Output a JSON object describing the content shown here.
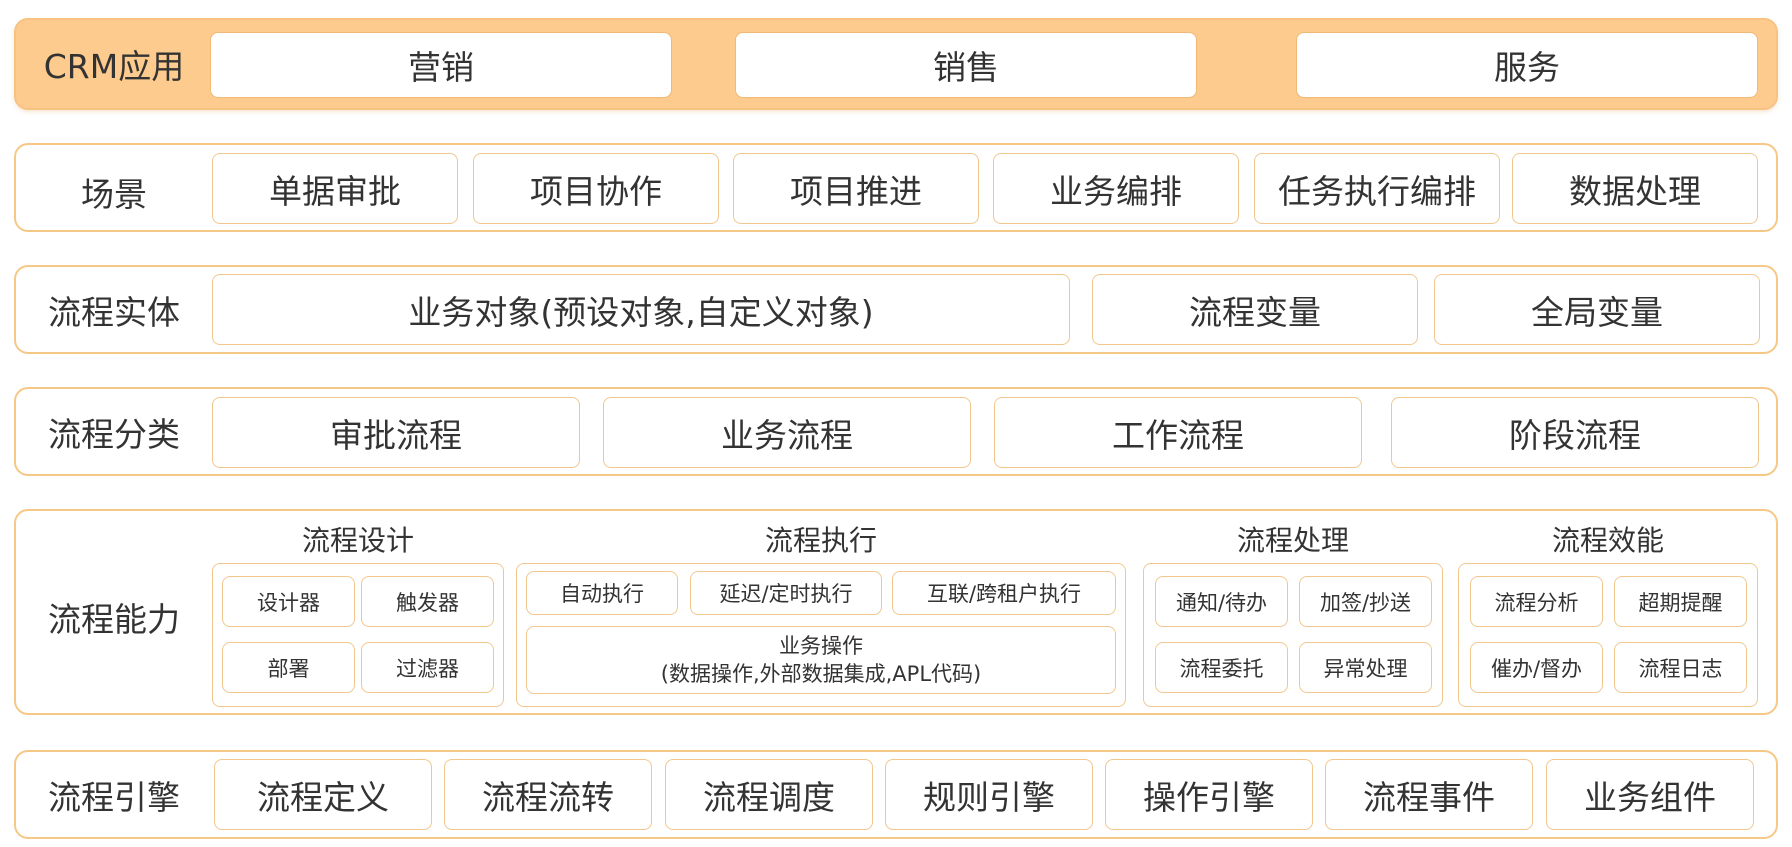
{
  "rows": {
    "crm": {
      "label": "CRM应用",
      "items": [
        "营销",
        "销售",
        "服务"
      ]
    },
    "scenario": {
      "label": "场景",
      "items": [
        "单据审批",
        "项目协作",
        "项目推进",
        "业务编排",
        "任务执行编排",
        "数据处理"
      ]
    },
    "entity": {
      "label": "流程实体",
      "items": [
        "业务对象(预设对象,自定义对象)",
        "流程变量",
        "全局变量"
      ]
    },
    "category": {
      "label": "流程分类",
      "items": [
        "审批流程",
        "业务流程",
        "工作流程",
        "阶段流程"
      ]
    },
    "capability": {
      "label": "流程能力",
      "groups": [
        {
          "title": "流程设计",
          "items": [
            "设计器",
            "触发器",
            "部署",
            "过滤器"
          ]
        },
        {
          "title": "流程执行",
          "items": [
            "自动执行",
            "延迟/定时执行",
            "互联/跨租户执行"
          ],
          "wide_item": {
            "line1": "业务操作",
            "line2": "(数据操作,外部数据集成,APL代码)"
          }
        },
        {
          "title": "流程处理",
          "items": [
            "通知/待办",
            "加签/抄送",
            "流程委托",
            "异常处理"
          ]
        },
        {
          "title": "流程效能",
          "items": [
            "流程分析",
            "超期提醒",
            "催办/督办",
            "流程日志"
          ]
        }
      ]
    },
    "engine": {
      "label": "流程引擎",
      "items": [
        "流程定义",
        "流程流转",
        "流程调度",
        "规则引擎",
        "操作引擎",
        "流程事件",
        "业务组件"
      ]
    }
  },
  "colors": {
    "accent": "#FCCB8D",
    "border": "#F2C78E",
    "text": "#333333"
  }
}
